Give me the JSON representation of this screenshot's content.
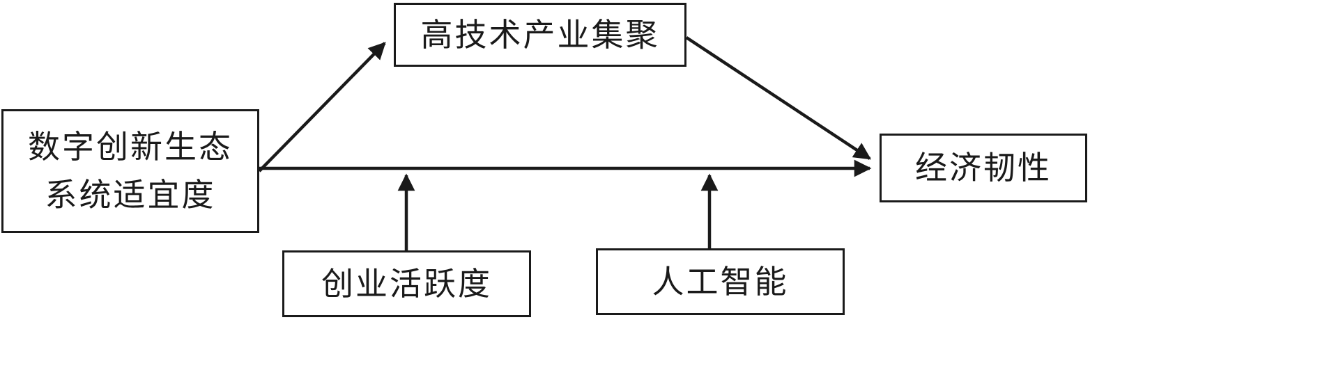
{
  "diagram": {
    "title": "mediation-moderation conceptual model",
    "nodes": {
      "left": {
        "line1": "数字创新生态",
        "line2": "系统适宜度"
      },
      "top": {
        "label": "高技术产业集聚"
      },
      "right": {
        "label": "经济韧性"
      },
      "bottom_left": {
        "label": "创业活跃度"
      },
      "bottom_right": {
        "label": "人工智能"
      }
    },
    "edges": [
      {
        "from": "left",
        "to": "top",
        "type": "arrow"
      },
      {
        "from": "top",
        "to": "right",
        "type": "arrow"
      },
      {
        "from": "left",
        "to": "right",
        "type": "arrow"
      },
      {
        "from": "bottom_left",
        "to": "left-right-path",
        "type": "arrow"
      },
      {
        "from": "bottom_right",
        "to": "left-right-path",
        "type": "arrow"
      }
    ],
    "colors": {
      "border": "#1a1a1a",
      "arrow": "#1a1a1a",
      "background": "#ffffff"
    }
  }
}
